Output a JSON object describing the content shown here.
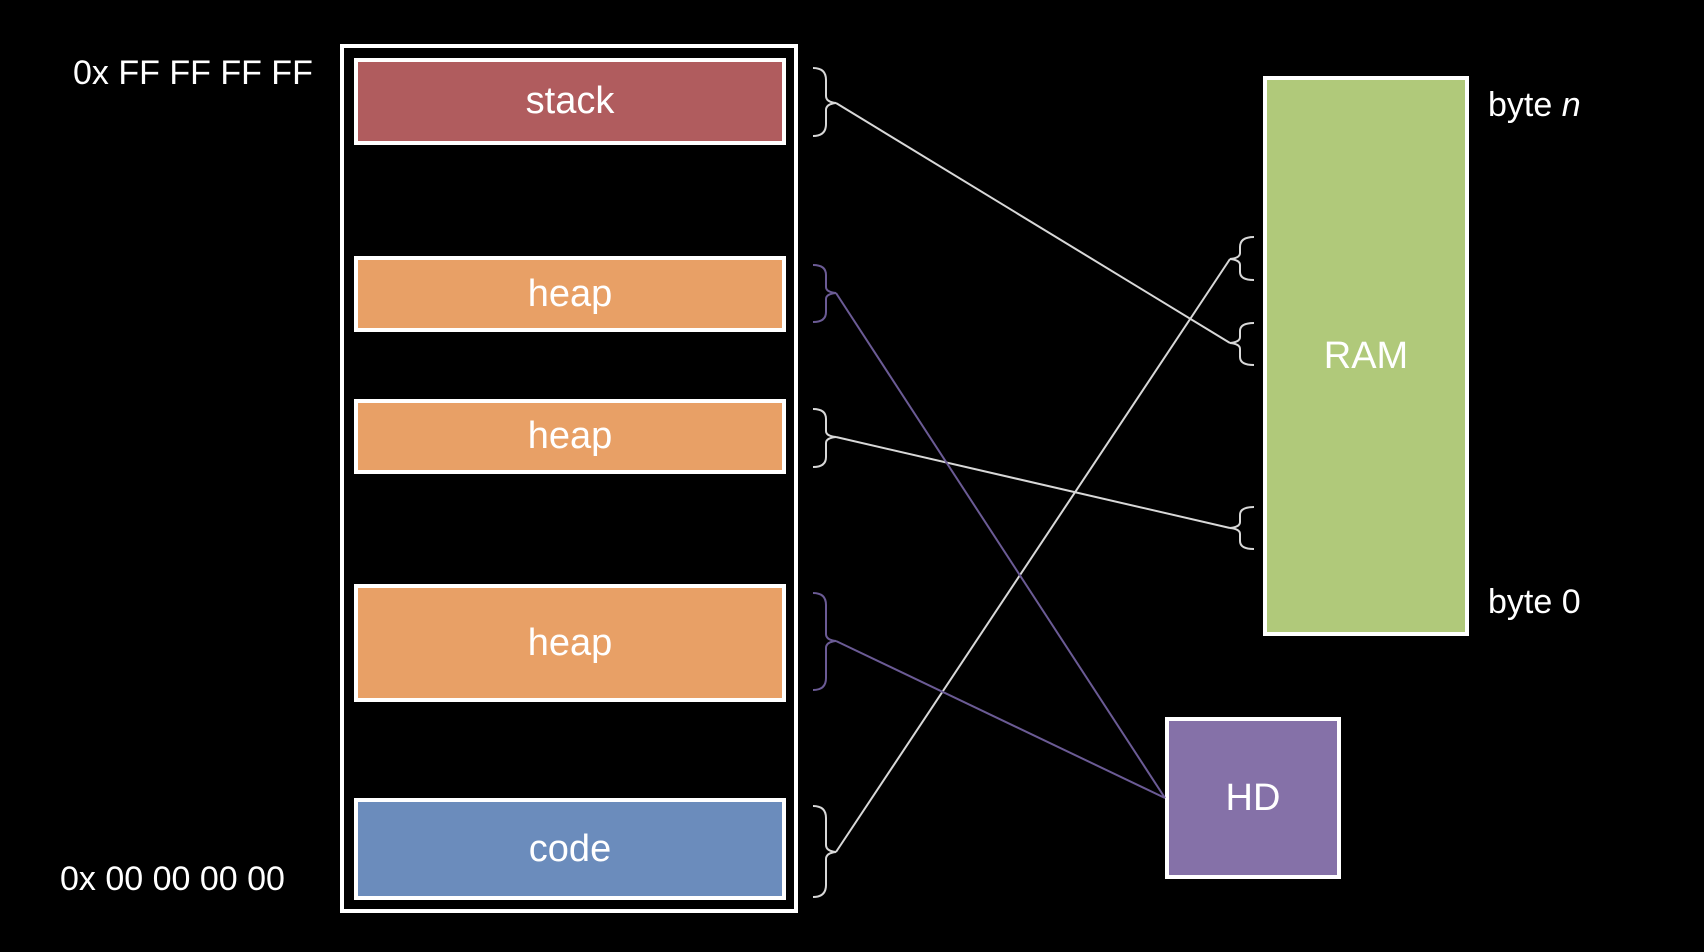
{
  "address_top": "0x FF FF FF FF",
  "address_bottom": "0x 00 00 00 00",
  "segments": {
    "stack": "stack",
    "heap1": "heap",
    "heap2": "heap",
    "heap3": "heap",
    "code": "code"
  },
  "ram": {
    "label": "RAM",
    "top_label_prefix": "byte ",
    "top_label_var": "n",
    "bottom_label": "byte 0"
  },
  "hd": {
    "label": "HD"
  },
  "colors": {
    "background": "#000000",
    "stack": "#b05c5e",
    "heap": "#e8a066",
    "code": "#6b8cbc",
    "ram": "#b0c97a",
    "hd": "#8571a8",
    "line_white": "#d8d8d8",
    "line_purple": "#6b5b95"
  }
}
